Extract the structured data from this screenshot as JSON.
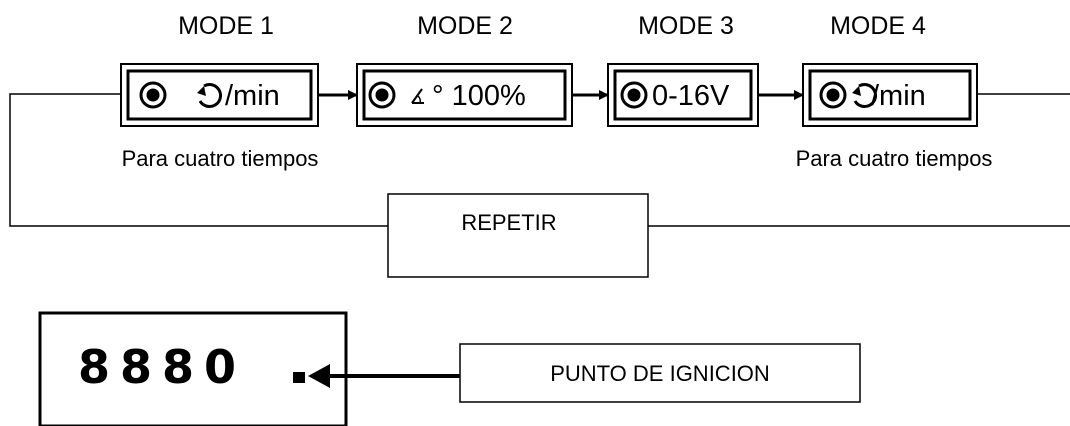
{
  "modes": [
    {
      "title": "MODE 1",
      "text": "/min",
      "icons": [
        "indicator-dot-icon",
        "rotation-icon"
      ]
    },
    {
      "title": "MODE 2",
      "text": "° 100%",
      "icons": [
        "indicator-dot-icon",
        "angle-icon"
      ]
    },
    {
      "title": "MODE 3",
      "text": "0-16V",
      "icons": [
        "indicator-dot-icon"
      ]
    },
    {
      "title": "MODE 4",
      "text": "/min",
      "icons": [
        "indicator-dot-icon",
        "rotation-icon"
      ]
    }
  ],
  "captions": {
    "left": "Para cuatro tiempos",
    "right": "Para cuatro tiempos"
  },
  "repeat_label": "REPETIR",
  "display": {
    "digits": "8880",
    "decimal_point": "."
  },
  "ignition_label": "PUNTO DE IGNICION"
}
